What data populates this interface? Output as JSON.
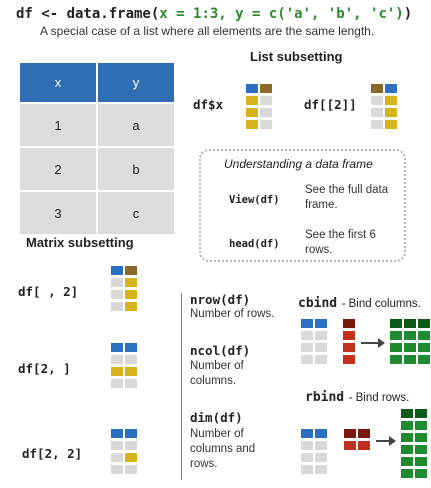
{
  "header": {
    "code_fn": "df <- data.frame(",
    "code_args": "x = 1:3, y = c('a', 'b', 'c')",
    "code_close": ")",
    "subtitle": "A special case of a list where all elements are the same length."
  },
  "table": {
    "headers": [
      "x",
      "y"
    ],
    "rows": [
      [
        "1",
        "a"
      ],
      [
        "2",
        "b"
      ],
      [
        "3",
        "c"
      ]
    ]
  },
  "list_subsetting": {
    "title": "List subsetting",
    "code1": "df$x",
    "code2": "df[[2]]"
  },
  "understanding": {
    "title": "Understanding a data frame",
    "items": [
      {
        "code": "View(df)",
        "desc": "See the full data frame."
      },
      {
        "code": "head(df)",
        "desc": "See the first 6 rows."
      }
    ]
  },
  "matrix_subsetting": {
    "title": "Matrix subsetting",
    "items": [
      "df[ , 2]",
      "df[2, ]",
      "df[2, 2]"
    ]
  },
  "functions": [
    {
      "code": "nrow(df)",
      "desc": "Number of rows."
    },
    {
      "code": "ncol(df)",
      "desc": "Number of columns."
    },
    {
      "code": "dim(df)",
      "desc": "Number of columns and rows."
    }
  ],
  "binding": {
    "cbind_code": "cbind",
    "cbind_desc": "- Bind columns.",
    "rbind_code": "rbind",
    "rbind_desc": "- Bind rows."
  },
  "colors": {
    "blue": "#2a6fc0",
    "gold": "#d8b21a",
    "red": "#c0301e",
    "green": "#1f8a2e",
    "gray": "#d9d9d9"
  }
}
